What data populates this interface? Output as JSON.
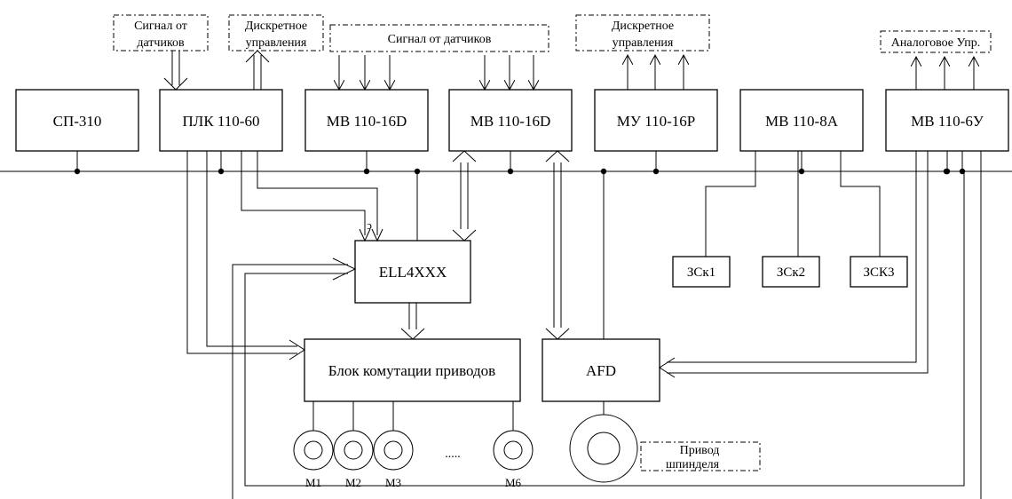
{
  "blocks": {
    "sp310": "СП-310",
    "plc": "ПЛК 110-60",
    "mv16d_1": "МВ 110-16D",
    "mv16d_2": "МВ 110-16D",
    "mu16r": "МУ 110-16Р",
    "mv8a": "МВ 110-8А",
    "mv6u": "МВ 110-6У",
    "ell": "ELL4XXX",
    "switch_unit": "Блок комутации приводов",
    "afd": "AFD",
    "zsk1": "ЗСк1",
    "zsk2": "ЗСк2",
    "zsk3": "ЗСК3"
  },
  "external": {
    "sensor_signal_1": [
      "Сигнал от",
      "датчиков"
    ],
    "discrete_control_1": [
      "Дискретное",
      "управления"
    ],
    "sensor_signal_2": "Сигнал от датчиков",
    "discrete_control_2": [
      "Дискретное",
      "управления"
    ],
    "analog_control": "Аналоговое Упр.",
    "spindle_drive": [
      "Привод",
      "шпинделя"
    ]
  },
  "motors": [
    "M1",
    "M2",
    "M3",
    "M6"
  ],
  "ellipsis": ".....",
  "small_mark": "ↄ"
}
